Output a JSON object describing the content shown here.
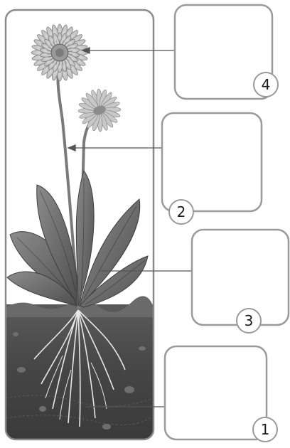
{
  "labels": [
    {
      "id": "box-4",
      "number": "4",
      "points_to": "flower"
    },
    {
      "id": "box-2",
      "number": "2",
      "points_to": "stem"
    },
    {
      "id": "box-3",
      "number": "3",
      "points_to": "leaf"
    },
    {
      "id": "box-1",
      "number": "1",
      "points_to": "root"
    }
  ],
  "colors": {
    "frame": "#8a8a8a",
    "soil": "#4a4a4a",
    "leaf": "#6e6e6e",
    "petal": "#c4c4c4",
    "root": "#e8e8e8",
    "box_stroke": "#9a9a9a",
    "line": "#555555"
  }
}
